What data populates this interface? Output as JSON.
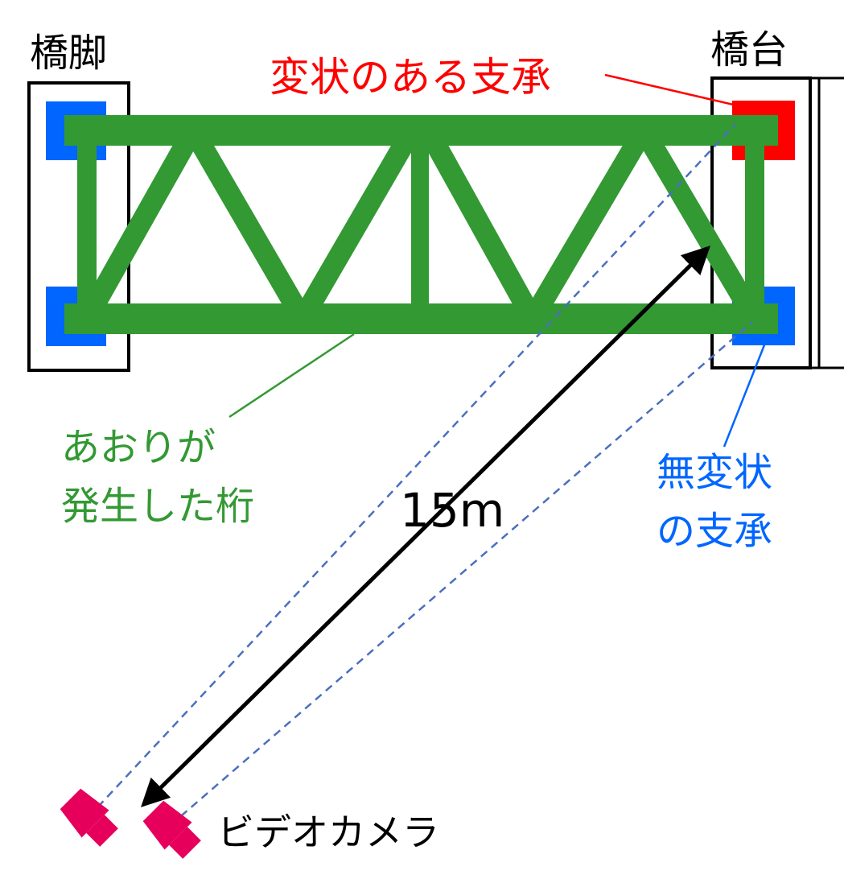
{
  "labels": {
    "pier": "橋脚",
    "abutment": "橋台",
    "deformed_bearing": "変状のある支承",
    "girder_line1": "あおりが",
    "girder_line2": "発生した桁",
    "undeformed_line1": "無変状",
    "undeformed_line2": "の支承",
    "distance": "15m",
    "camera": "ビデオカメラ"
  },
  "colors": {
    "truss": "#339933",
    "bearing_normal": "#0066ff",
    "bearing_deformed": "#ff0000",
    "deformed_label": "#ff0000",
    "undeformed_label": "#0066ff",
    "girder_label": "#339933",
    "sight_line": "#4a6fbf",
    "camera": "#e6005c",
    "outline": "#000000"
  }
}
